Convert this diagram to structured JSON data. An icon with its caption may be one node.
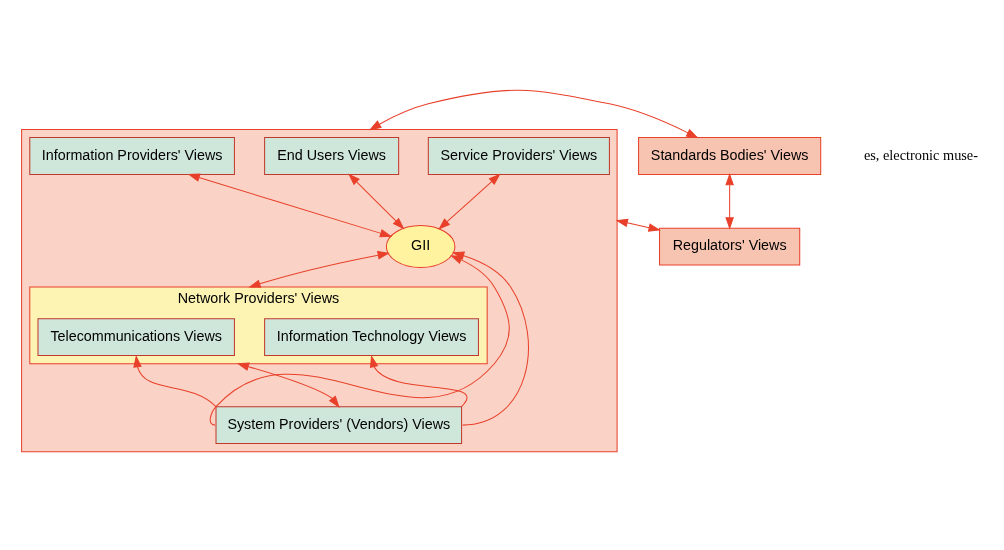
{
  "diagram": {
    "nodes": [
      {
        "text": [],
        "shape": "box"
      },
      {
        "text": [
          "End Users Views"
        ],
        "in": 0
      },
      {
        "text": [
          "Information Providers' Views"
        ],
        "in": 0
      },
      {
        "text": [
          "Service Providers' Views"
        ],
        "in": 0
      },
      {
        "text": [
          "GII"
        ],
        "in": 0
      },
      {
        "text": [
          "Network Providers' Views"
        ],
        "in": 0
      },
      {
        "text": [
          "Telecommunications Views"
        ],
        "in": 5
      },
      {
        "text": [
          "Information Technology Views"
        ],
        "in": 5
      },
      {
        "text": [
          "System Providers' (Vendors) Views"
        ],
        "in": 0
      },
      {
        "text": [
          "Standards Bodies' Views"
        ]
      },
      {
        "text": [
          "Regulators' Views"
        ]
      }
    ],
    "edges": [
      {
        "from": 1,
        "to": 4,
        "arrow": "both"
      },
      {
        "from": 2,
        "to": 4,
        "arrow": "both"
      },
      {
        "from": 3,
        "to": 4,
        "arrow": "both"
      },
      {
        "from": 4,
        "to": 5,
        "arrow": "both"
      },
      {
        "from": 8,
        "to": 5,
        "arrow": "both"
      },
      {
        "from": 8,
        "to": 6,
        "arrow": "to"
      },
      {
        "from": 8,
        "to": 7,
        "arrow": "to"
      },
      {
        "from": 8,
        "to": 4,
        "arrow": "to"
      },
      {
        "from": 8,
        "to": 4,
        "arrow": "to"
      },
      {
        "from": 9,
        "to": 0,
        "arrow": "both"
      },
      {
        "from": 10,
        "to": 0,
        "arrow": "both"
      },
      {
        "from": 9,
        "to": 10,
        "arrow": "both"
      }
    ],
    "labels": [
      "es, electronic muse-"
    ]
  }
}
